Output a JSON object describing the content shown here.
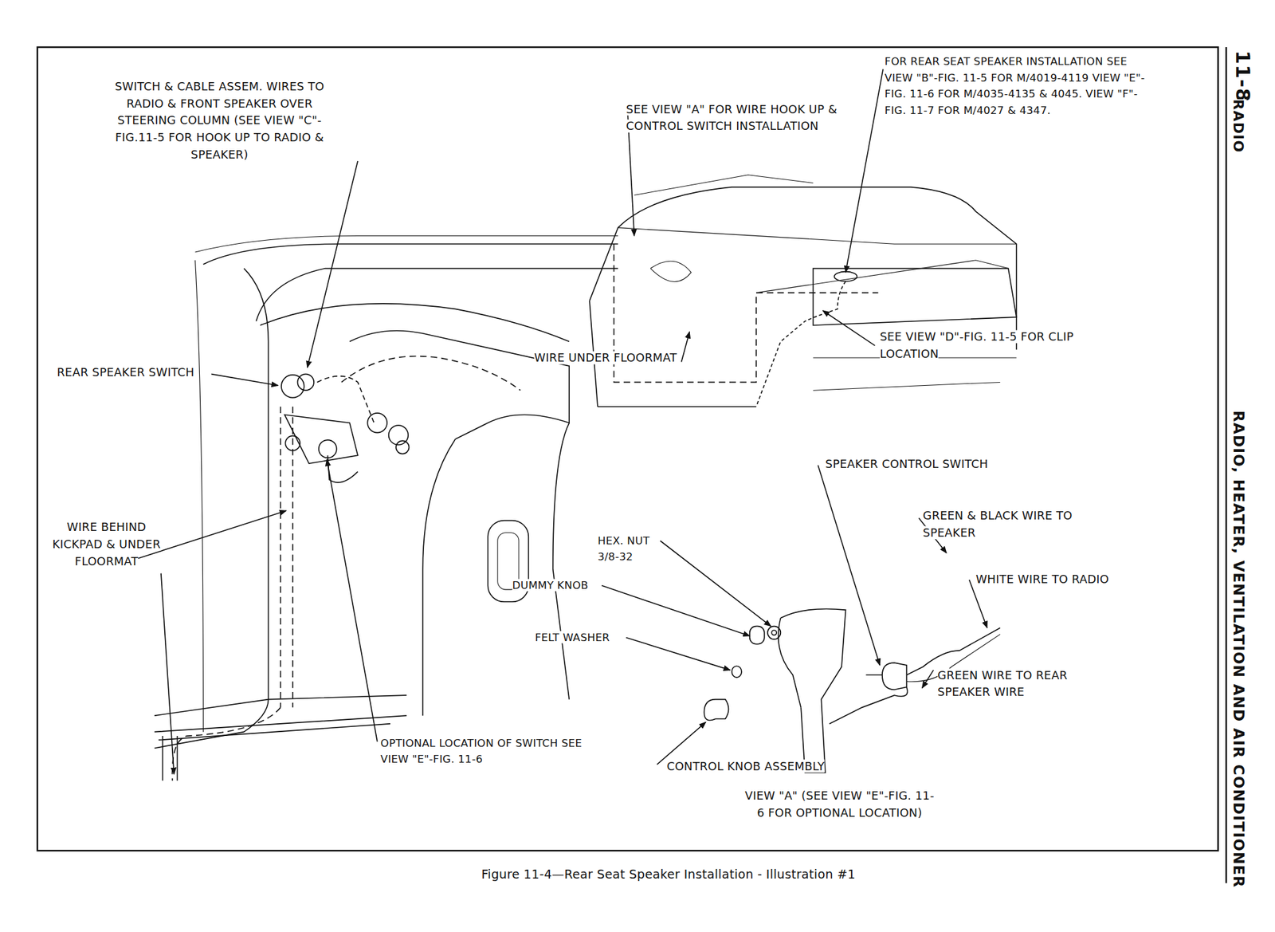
{
  "diagram": {
    "caption": "Figure 11-4—Rear Seat Speaker Installation - Illustration #1",
    "labels": [
      "SWITCH & CABLE ASSEM. WIRES TO RADIO & FRONT SPEAKER OVER STEERING COLUMN (SEE VIEW \"C\"-FIG.11-5 FOR HOOK UP TO RADIO & SPEAKER)",
      "REAR SPEAKER SWITCH",
      "WIRE BEHIND KICKPAD & UNDER FLOORMAT",
      "OPTIONAL LOCATION OF SWITCH SEE VIEW \"E\"-FIG. 11-6",
      "SEE VIEW \"A\" FOR WIRE HOOK UP & CONTROL SWITCH INSTALLATION",
      "FOR REAR SEAT SPEAKER INSTALLATION SEE VIEW \"B\"-FIG. 11-5 FOR M/4019-4119 VIEW \"E\"-FIG. 11-6 FOR M/4035-4135 & 4045. VIEW \"F\"-FIG. 11-7 FOR M/4027 & 4347.",
      "WIRE UNDER FLOORMAT",
      "SEE VIEW \"D\"-FIG. 11-5 FOR CLIP LOCATION",
      "SPEAKER CONTROL SWITCH",
      "GREEN & BLACK WIRE TO SPEAKER",
      "WHITE WIRE TO RADIO",
      "HEX. NUT 3/8-32",
      "DUMMY KNOB",
      "FELT WASHER",
      "GREEN WIRE TO REAR SPEAKER WIRE",
      "CONTROL KNOB ASSEMBLY",
      "VIEW \"A\" (SEE VIEW \"E\"-FIG. 11-6 FOR OPTIONAL LOCATION)",
      "11-8",
      "RADIO",
      "RADIO, HEATER, VENTILATION AND AIR CONDITIONER"
    ]
  }
}
